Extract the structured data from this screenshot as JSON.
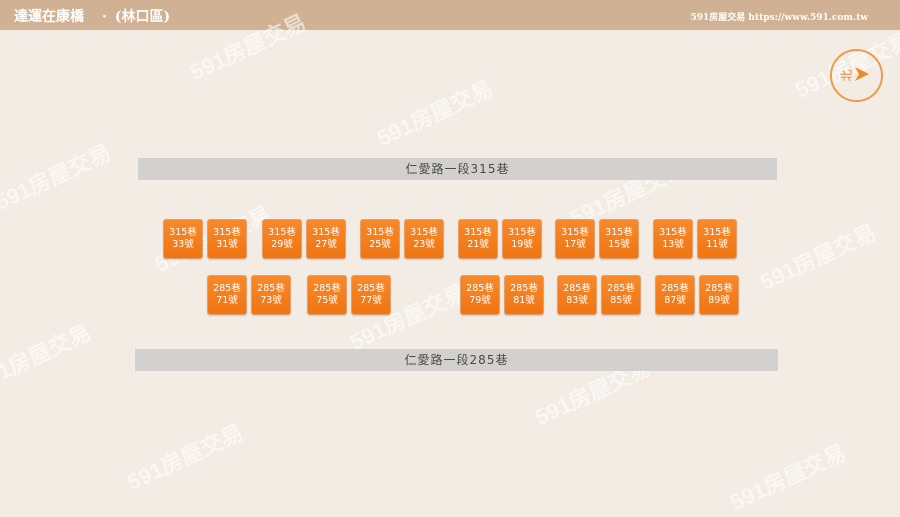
{
  "header": {
    "title": "達運在康橋",
    "separator": "·",
    "district": "(林口區)",
    "brand": "591房屋交易 https://www.591.com.tw"
  },
  "compass": {
    "label": "北",
    "icon": "north-arrow-icon",
    "color": "#ee9a4c"
  },
  "roads": {
    "top": "仁愛路一段315巷",
    "bottom": "仁愛路一段285巷"
  },
  "watermark": "591房屋交易",
  "units_315": [
    {
      "lane": "315巷",
      "no": "33號"
    },
    {
      "lane": "315巷",
      "no": "31號"
    },
    {
      "lane": "315巷",
      "no": "29號"
    },
    {
      "lane": "315巷",
      "no": "27號"
    },
    {
      "lane": "315巷",
      "no": "25號"
    },
    {
      "lane": "315巷",
      "no": "23號"
    },
    {
      "lane": "315巷",
      "no": "21號"
    },
    {
      "lane": "315巷",
      "no": "19號"
    },
    {
      "lane": "315巷",
      "no": "17號"
    },
    {
      "lane": "315巷",
      "no": "15號"
    },
    {
      "lane": "315巷",
      "no": "13號"
    },
    {
      "lane": "315巷",
      "no": "11號"
    }
  ],
  "units_285": [
    {
      "lane": "285巷",
      "no": "71號"
    },
    {
      "lane": "285巷",
      "no": "73號"
    },
    {
      "lane": "285巷",
      "no": "75號"
    },
    {
      "lane": "285巷",
      "no": "77號"
    },
    {
      "lane": "285巷",
      "no": "79號"
    },
    {
      "lane": "285巷",
      "no": "81號"
    },
    {
      "lane": "285巷",
      "no": "83號"
    },
    {
      "lane": "285巷",
      "no": "85號"
    },
    {
      "lane": "285巷",
      "no": "87號"
    },
    {
      "lane": "285巷",
      "no": "89號"
    }
  ],
  "colors": {
    "accent": "#f5801f",
    "header_bg": "#d1b193",
    "page_bg": "#f3ece4"
  }
}
